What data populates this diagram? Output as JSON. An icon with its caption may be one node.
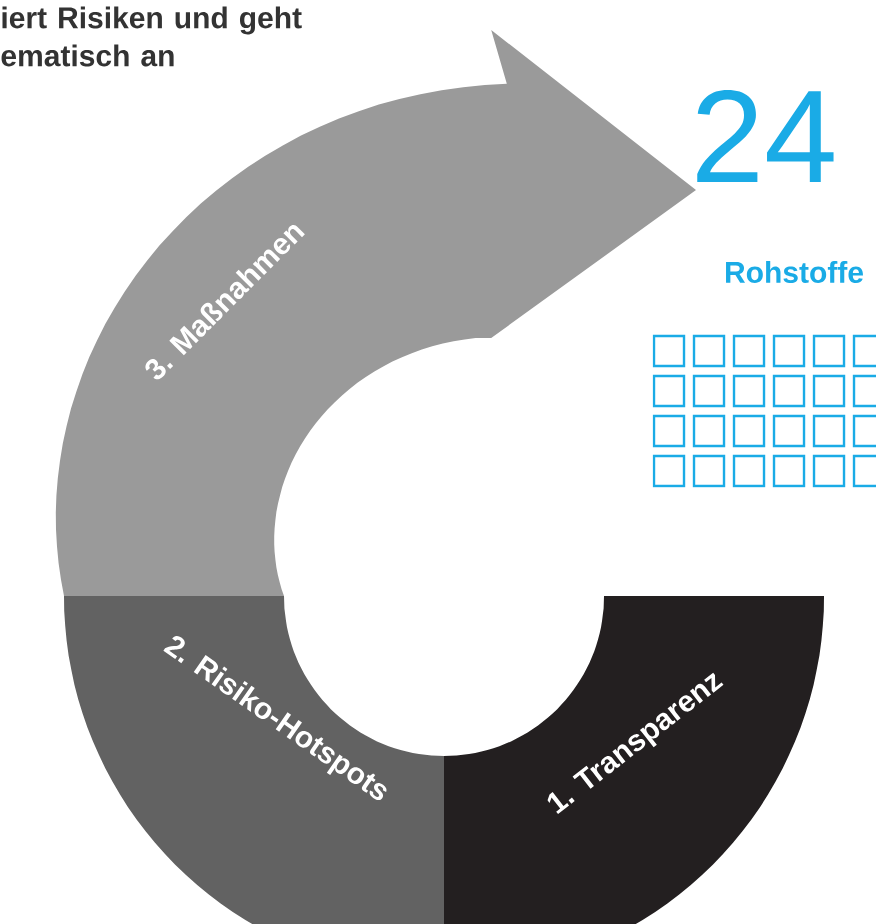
{
  "diagram": {
    "nodes": [
      {
        "text": [
          "1. Transparenz"
        ]
      },
      {
        "text": [
          "2. Risiko-Hotspots"
        ]
      },
      {
        "text": [
          "3. Maßnahmen"
        ]
      }
    ],
    "labels": [
      "iert Risiken und geht ematisch an",
      "24",
      "Rohstoffe"
    ]
  }
}
